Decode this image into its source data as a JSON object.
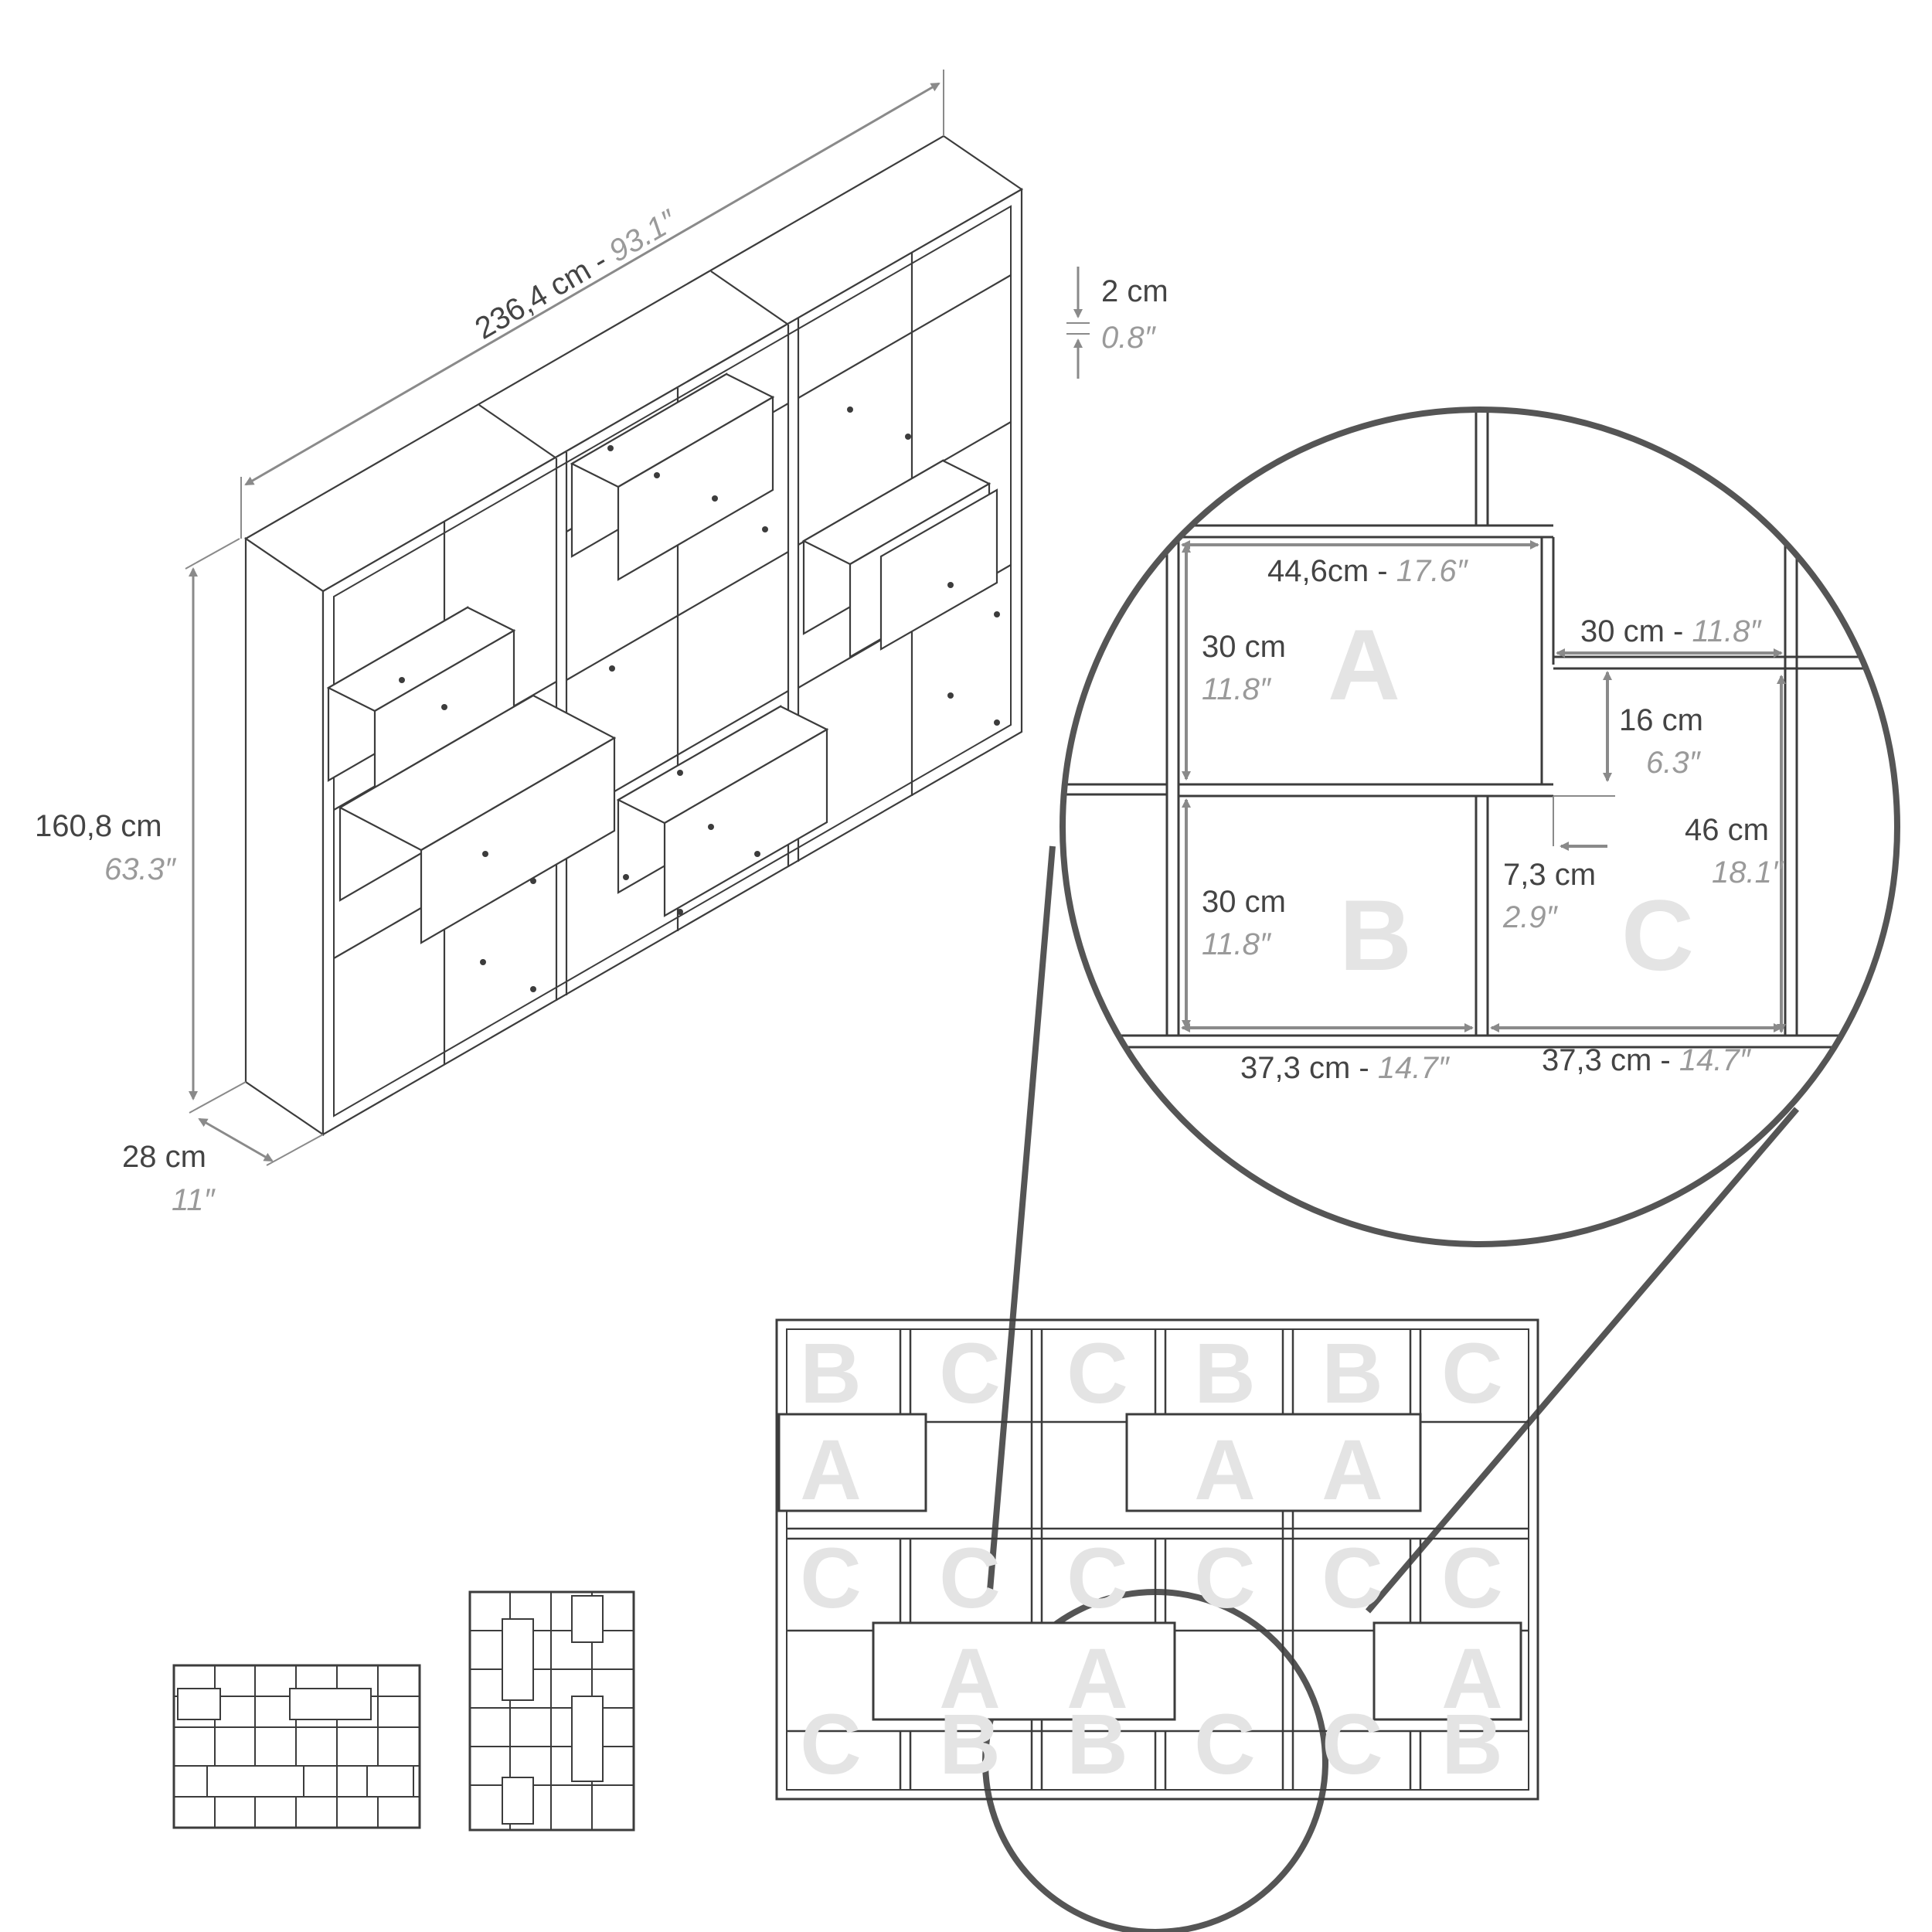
{
  "dimensions": {
    "width": {
      "metric": "236,4 cm - ",
      "imperial": "93.1″"
    },
    "height": {
      "metric": "160,8 cm",
      "imperial": "63.3″"
    },
    "depth": {
      "metric": "28 cm",
      "imperial": "11″"
    },
    "thickness": {
      "metric": "2 cm",
      "imperial": "0.8″"
    }
  },
  "detail": {
    "a_width": {
      "metric": "44,6cm - ",
      "imperial": "17.6″"
    },
    "a_height": {
      "metric": "30 cm",
      "imperial": "11.8″"
    },
    "b_height": {
      "metric": "30 cm",
      "imperial": "11.8″"
    },
    "shelf_width": {
      "metric": "30 cm - ",
      "imperial": "11.8″"
    },
    "gap": {
      "metric": "16 cm",
      "imperial": "6.3″"
    },
    "offset": {
      "metric": "7,3 cm",
      "imperial": "2.9″"
    },
    "c_height": {
      "metric": "46 cm",
      "imperial": "18.1″"
    },
    "b_width": {
      "metric": "37,3 cm - ",
      "imperial": "14.7″"
    },
    "c_width": {
      "metric": "37,3 cm - ",
      "imperial": "14.7″"
    },
    "labels": {
      "a": "A",
      "b": "B",
      "c": "C"
    }
  },
  "layout_grid": {
    "row1": [
      "B",
      "C",
      "C",
      "B",
      "B",
      "C"
    ],
    "row2": [
      "A",
      "A",
      "A"
    ],
    "row3": [
      "C",
      "C",
      "C",
      "C",
      "C",
      "C"
    ],
    "row4": [
      "A",
      "A",
      "A"
    ],
    "row5": [
      "C",
      "B",
      "B",
      "C",
      "C",
      "B"
    ]
  },
  "colors": {
    "line": "#3c3c3c",
    "dimension": "#8a8a8a",
    "imperial_text": "#9a9a9a",
    "letter_fill": "#e4e4e4"
  }
}
